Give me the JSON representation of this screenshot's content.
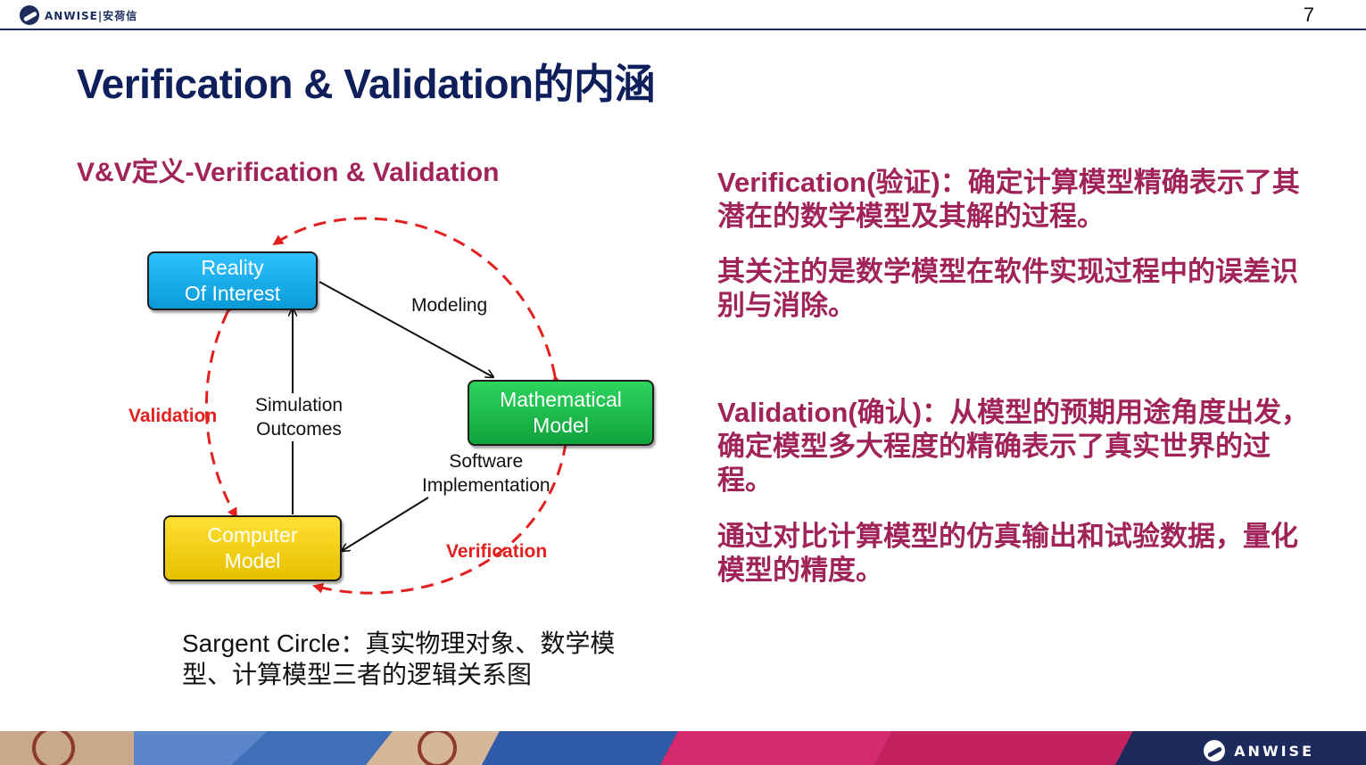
{
  "header": {
    "logo_text": "ANWISE|安荷信",
    "page_number": "7"
  },
  "title": "Verification & Validation的内涵",
  "subtitle": "V&V定义-Verification & Validation",
  "diagram": {
    "nodes": {
      "reality": {
        "line1": "Reality",
        "line2": "Of Interest"
      },
      "math": {
        "line1": "Mathematical",
        "line2": "Model"
      },
      "computer": {
        "line1": "Computer",
        "line2": "Model"
      }
    },
    "edges": {
      "modeling": "Modeling",
      "simulation_line1": "Simulation",
      "simulation_line2": "Outcomes",
      "software_line1": "Software",
      "software_line2": "Implementation"
    },
    "cycle_labels": {
      "validation": "Validation",
      "verification": "Verification"
    },
    "colors": {
      "reality": "#1ab0f0",
      "math": "#1fbf4b",
      "computer": "#f2d000",
      "cycle": "#e32020"
    }
  },
  "caption": "Sargent Circle：真实物理对象、数学模型、计算模型三者的逻辑关系图",
  "right_text": {
    "p1": "Verification(验证)：确定计算模型精确表示了其潜在的数学模型及其解的过程。",
    "p2": "其关注的是数学模型在软件实现过程中的误差识别与消除。",
    "p3": "Validation(确认)：从模型的预期用途角度出发，确定模型多大程度的精确表示了真实世界的过程。",
    "p4": "通过对比计算模型的仿真输出和试验数据，量化模型的精度。"
  },
  "footer": {
    "logo_text": "ANWISE"
  }
}
